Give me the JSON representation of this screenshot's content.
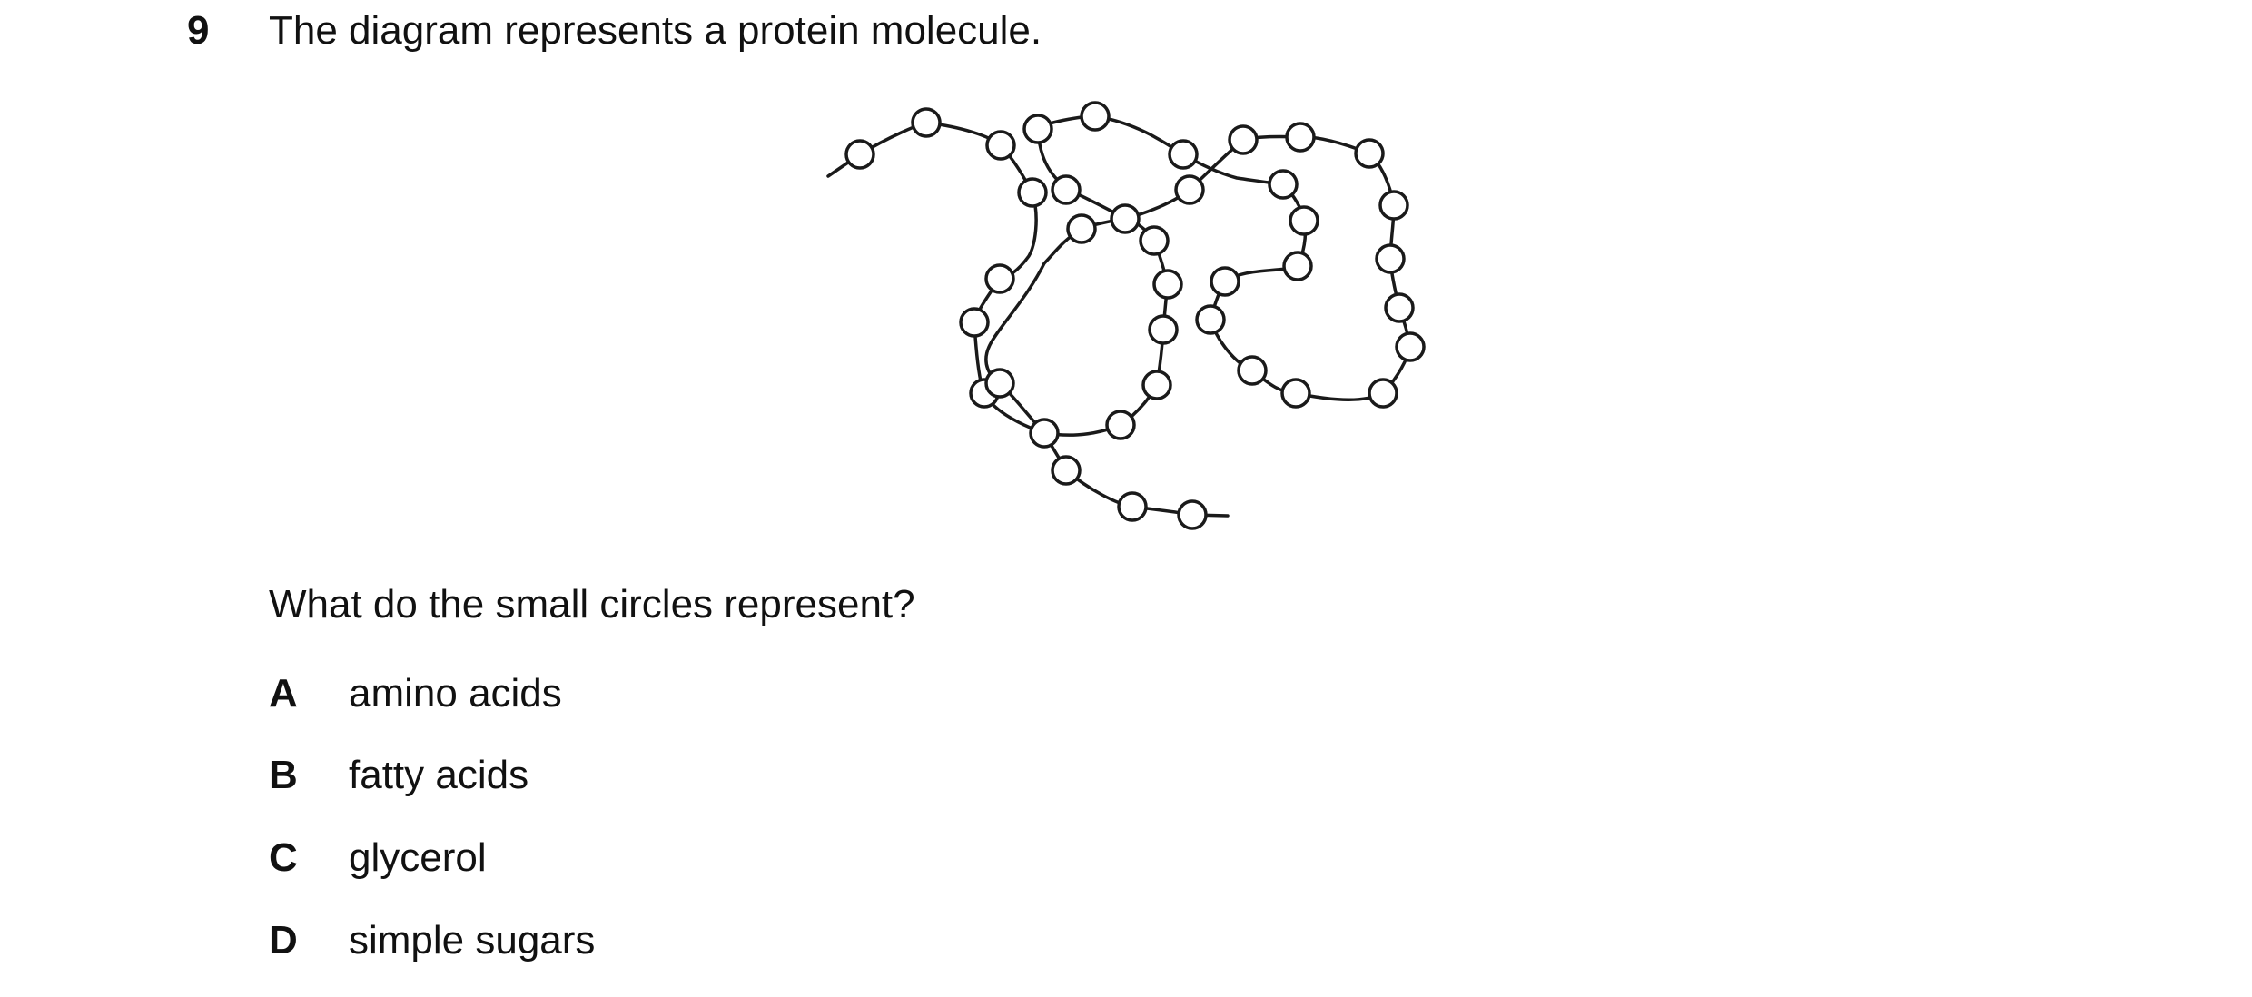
{
  "question": {
    "number": "9",
    "stem": "The diagram represents a protein molecule.",
    "prompt": "What do the small circles represent?",
    "options": [
      {
        "letter": "A",
        "text": "amino acids"
      },
      {
        "letter": "B",
        "text": "fatty acids"
      },
      {
        "letter": "C",
        "text": "glycerol"
      },
      {
        "letter": "D",
        "text": "simple sugars"
      }
    ]
  },
  "diagram": {
    "subject": "protein molecule",
    "parts": [
      "chain",
      "small circles"
    ]
  }
}
